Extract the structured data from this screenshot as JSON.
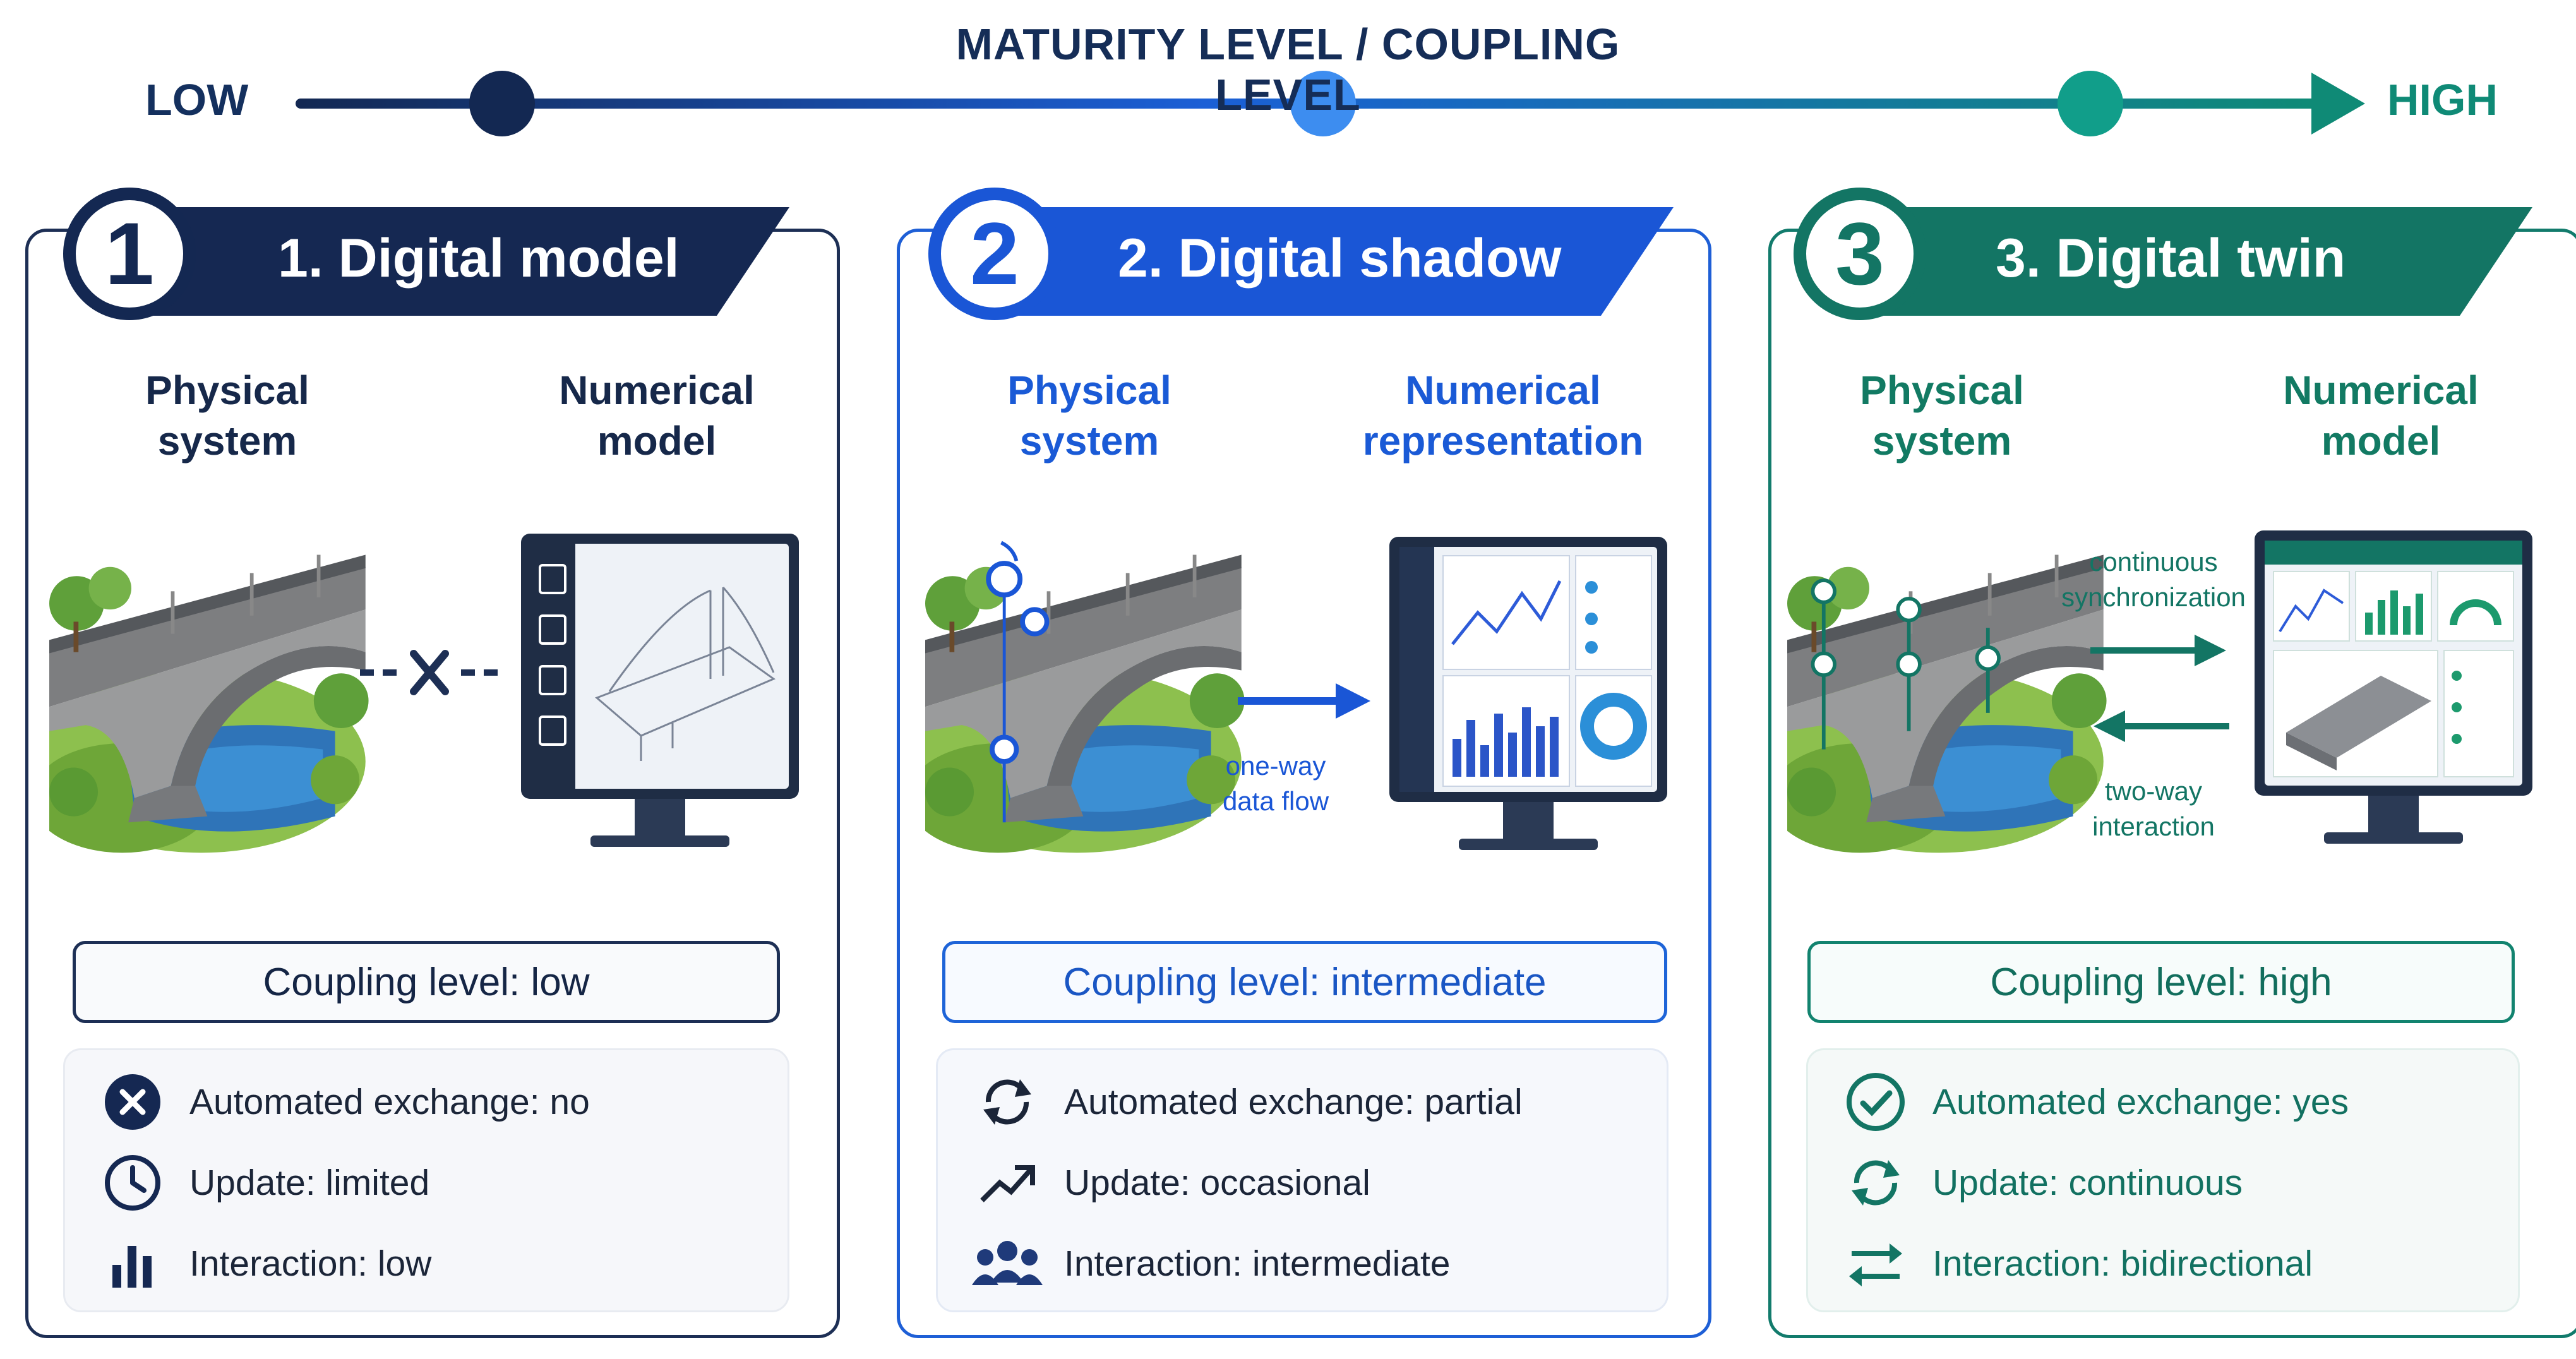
{
  "scale": {
    "title": "MATURITY LEVEL / COUPLING LEVEL",
    "low": "LOW",
    "high": "HIGH"
  },
  "colors": {
    "model": "#152852",
    "shadow": "#1a56d6",
    "twin": "#137564"
  },
  "panels": [
    {
      "number": "1",
      "title": "1. Digital model",
      "left_label": "Physical\nsystem",
      "right_label": "Numerical\nmodel",
      "link": "no connection",
      "coupling": "Coupling level: low",
      "attributes": [
        {
          "icon": "x-circle-icon",
          "text": "Automated exchange: no"
        },
        {
          "icon": "clock-icon",
          "text": "Update: limited"
        },
        {
          "icon": "bar-chart-icon",
          "text": "Interaction: low"
        }
      ]
    },
    {
      "number": "2",
      "title": "2. Digital shadow",
      "left_label": "Physical\nsystem",
      "right_label": "Numerical\nrepresentation",
      "flow_label": "one-way\ndata flow",
      "coupling": "Coupling level: intermediate",
      "attributes": [
        {
          "icon": "refresh-icon",
          "text": "Automated exchange: partial"
        },
        {
          "icon": "trend-up-icon",
          "text": "Update: occasional"
        },
        {
          "icon": "group-icon",
          "text": "Interaction: intermediate"
        }
      ]
    },
    {
      "number": "3",
      "title": "3. Digital twin",
      "left_label": "Physical\nsystem",
      "right_label": "Numerical\nmodel",
      "sync_label": "continuous\nsynchronization",
      "interaction_label": "two-way\ninteraction",
      "coupling": "Coupling level: high",
      "attributes": [
        {
          "icon": "check-circle-icon",
          "text": "Automated exchange: yes"
        },
        {
          "icon": "refresh-icon",
          "text": "Update: continuous"
        },
        {
          "icon": "swap-arrows-icon",
          "text": "Interaction: bidirectional"
        }
      ]
    }
  ]
}
